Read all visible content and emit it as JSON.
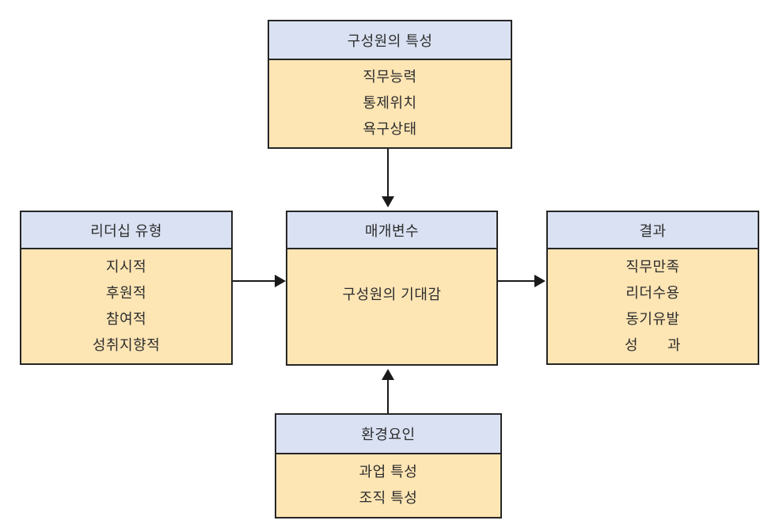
{
  "diagram": {
    "type": "flow-diagram",
    "colors": {
      "header_bg": "#d9e1f2",
      "body_bg": "#fde5b4",
      "border": "#262626",
      "arrow": "#1a1a1a",
      "text": "#2d2d2d",
      "background": "#ffffff"
    },
    "boxes": [
      {
        "id": "member-traits",
        "title": "구성원의 특성",
        "items": [
          "직무능력",
          "통제위치",
          "욕구상태"
        ]
      },
      {
        "id": "leadership-type",
        "title": "리더십 유형",
        "items": [
          "지시적",
          "후원적",
          "참여적",
          "성취지향적"
        ]
      },
      {
        "id": "mediator",
        "title": "매개변수",
        "items": [
          "구성원의 기대감"
        ]
      },
      {
        "id": "outcome",
        "title": "결과",
        "items": [
          "직무만족",
          "리더수용",
          "동기유발",
          "성　　과"
        ]
      },
      {
        "id": "environment",
        "title": "환경요인",
        "items": [
          "과업 특성",
          "조직 특성"
        ]
      }
    ],
    "arrows": [
      {
        "from": "member-traits",
        "to": "mediator",
        "direction": "down"
      },
      {
        "from": "leadership-type",
        "to": "mediator",
        "direction": "right"
      },
      {
        "from": "mediator",
        "to": "outcome",
        "direction": "right"
      },
      {
        "from": "environment",
        "to": "mediator",
        "direction": "up"
      }
    ]
  }
}
